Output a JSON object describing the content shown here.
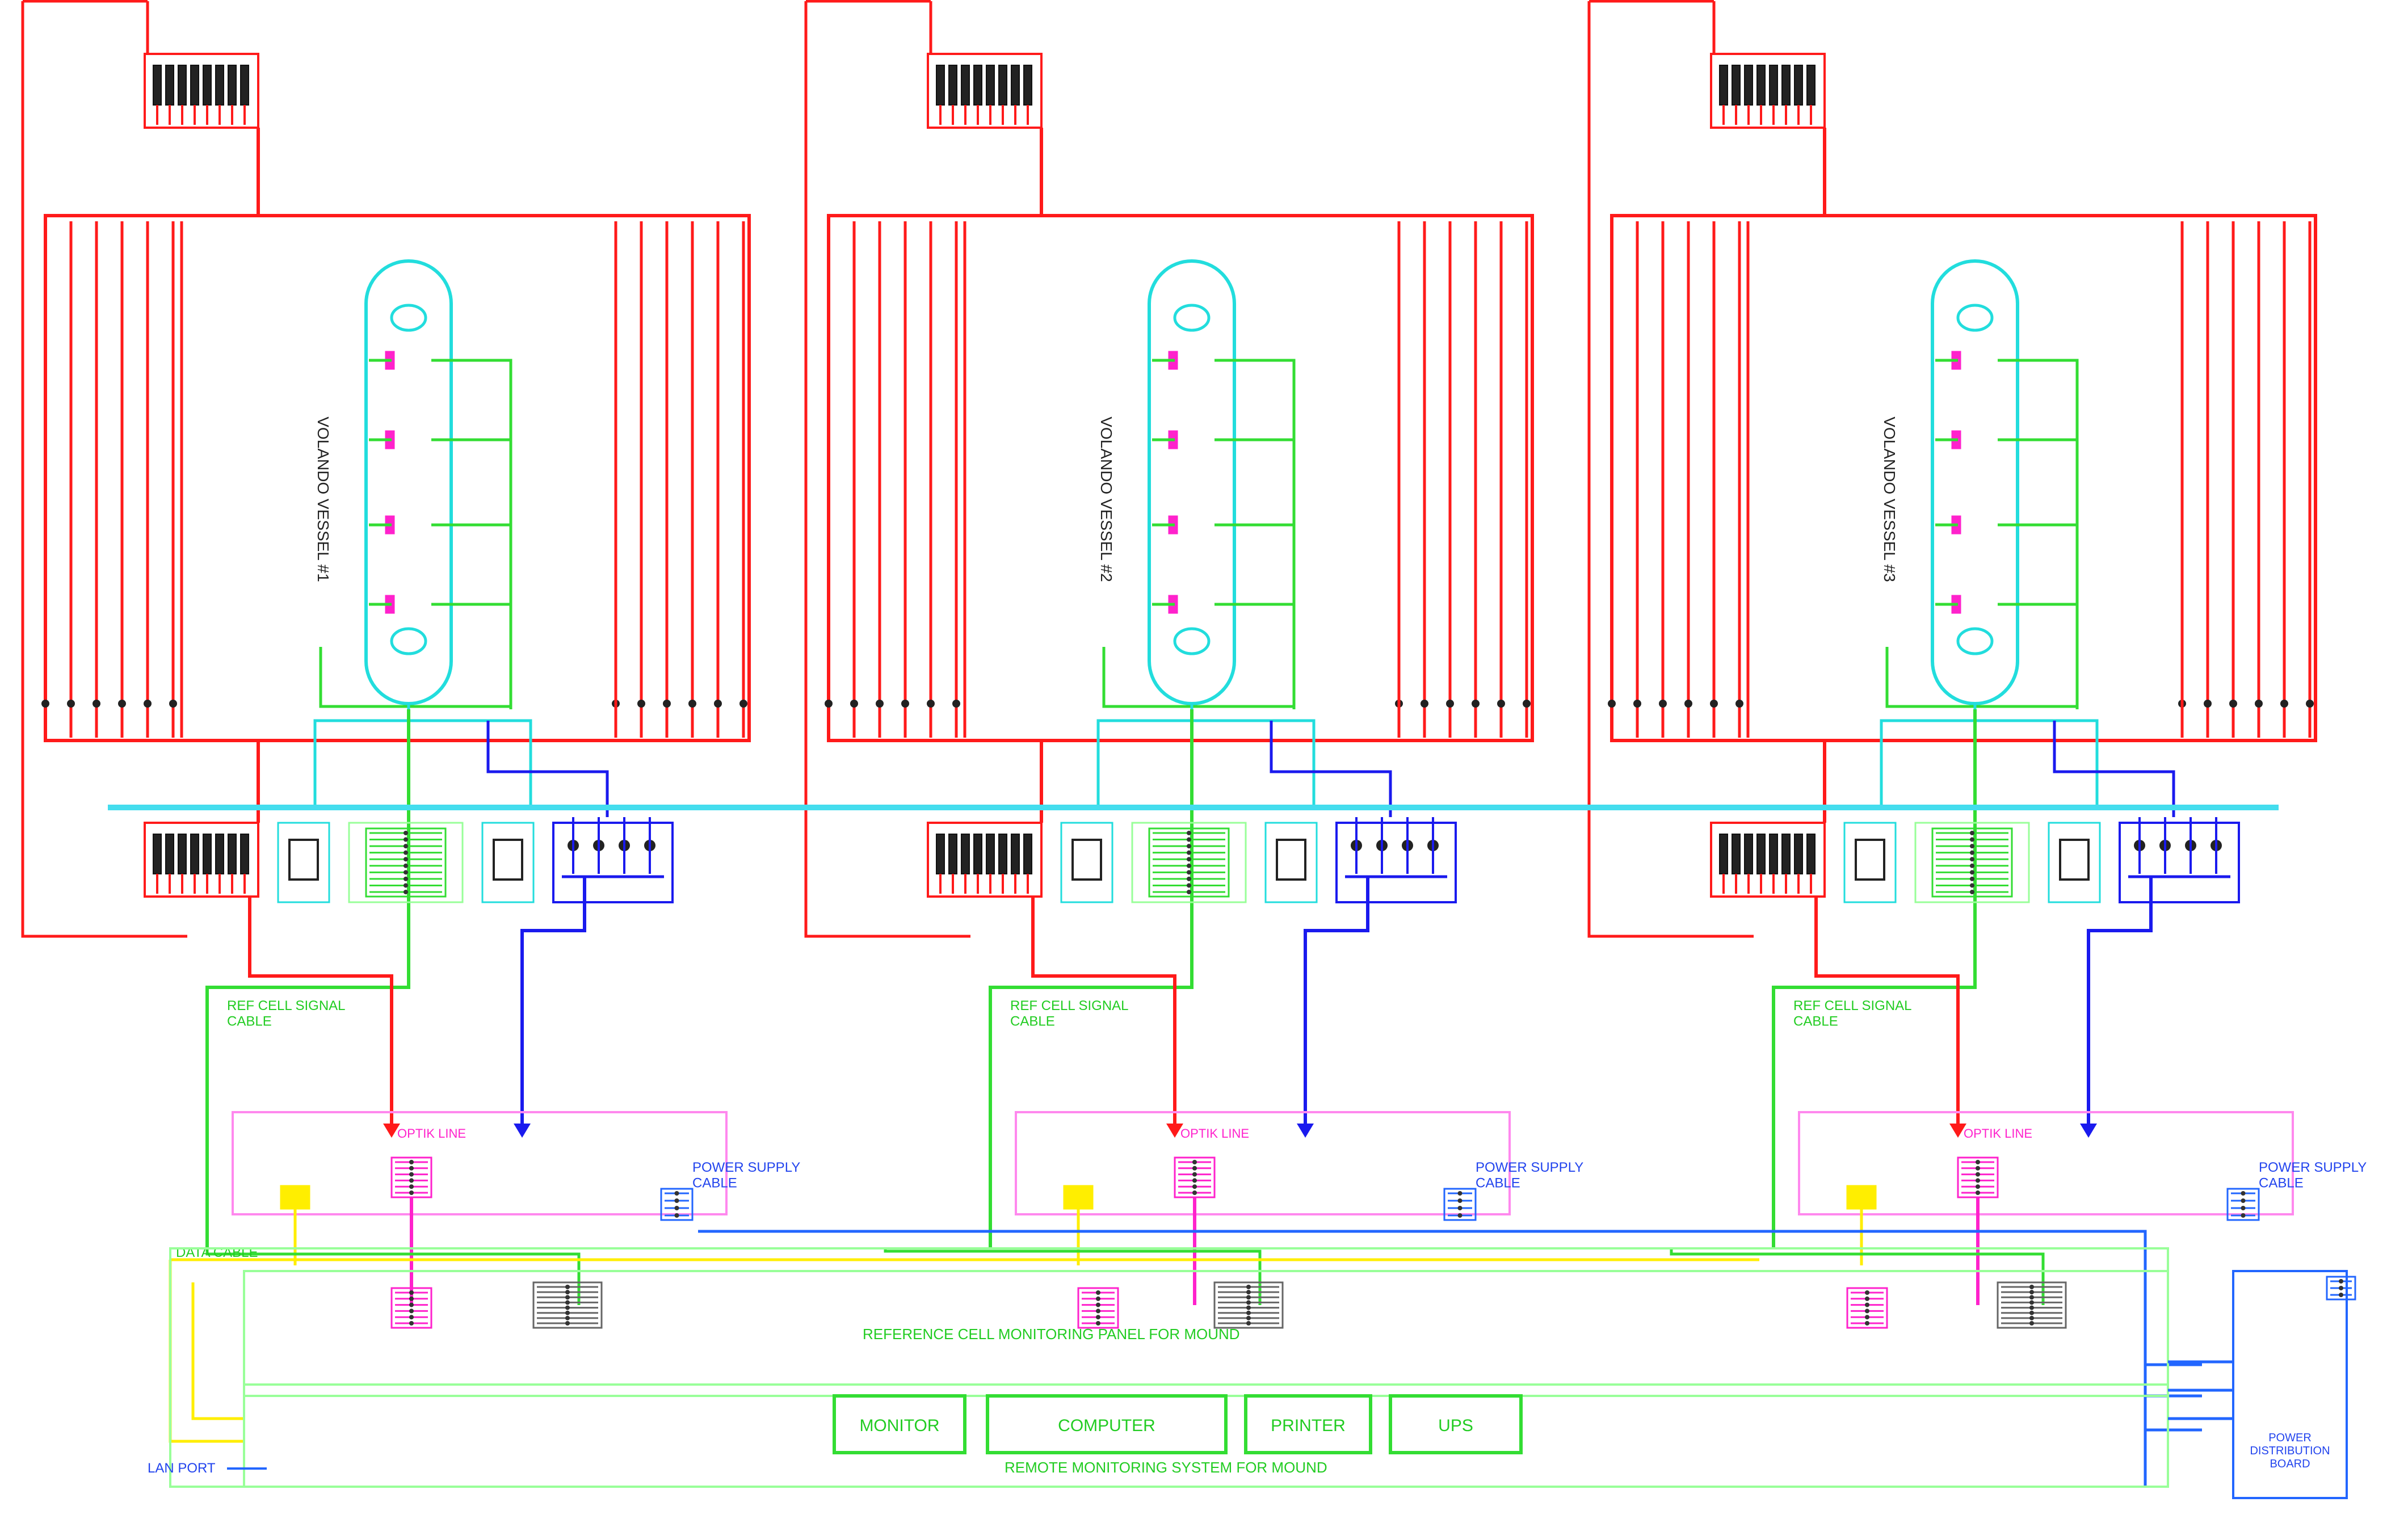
{
  "colors": {
    "red": "#ff1a1a",
    "green": "#33dd33",
    "cyan": "#22dddd",
    "blue": "#1a1aee",
    "magenta": "#ff22cc",
    "yellow": "#ffee00",
    "pink_box": "#ff88ee",
    "light_green_box": "#99ff99",
    "bus": "#44ddee",
    "lan_blue": "#2266ff",
    "text_red": "#ff1a1a",
    "text_green": "#22cc22",
    "text_blue": "#2244ee"
  },
  "units": [
    {
      "vessel_label": "VOLANDO VESSEL #1",
      "ref_cell_label": "REF CELL SIGNAL\nCABLE",
      "optic_label": "OPTIK LINE",
      "power_label": "POWER SUPPLY\nCABLE"
    },
    {
      "vessel_label": "VOLANDO VESSEL #2",
      "ref_cell_label": "REF CELL SIGNAL\nCABLE",
      "optic_label": "OPTIK LINE",
      "power_label": "POWER SUPPLY\nCABLE"
    },
    {
      "vessel_label": "VOLANDO VESSEL #3",
      "ref_cell_label": "REF CELL SIGNAL\nCABLE",
      "optic_label": "OPTIK LINE",
      "power_label": "POWER SUPPLY\nCABLE"
    }
  ],
  "data_cable_label": "DATA CABLE",
  "reference_panel_label": "REFERENCE CELL MONITORING PANEL FOR MOUND",
  "remote_system_label": "REMOTE MONITORING SYSTEM FOR MOUND",
  "lan_port_label": "LAN PORT",
  "equipment": {
    "monitor": "MONITOR",
    "computer": "COMPUTER",
    "printer": "PRINTER",
    "ups": "UPS"
  },
  "power_board_label": "POWER\nDISTRIBUTION\nBOARD"
}
